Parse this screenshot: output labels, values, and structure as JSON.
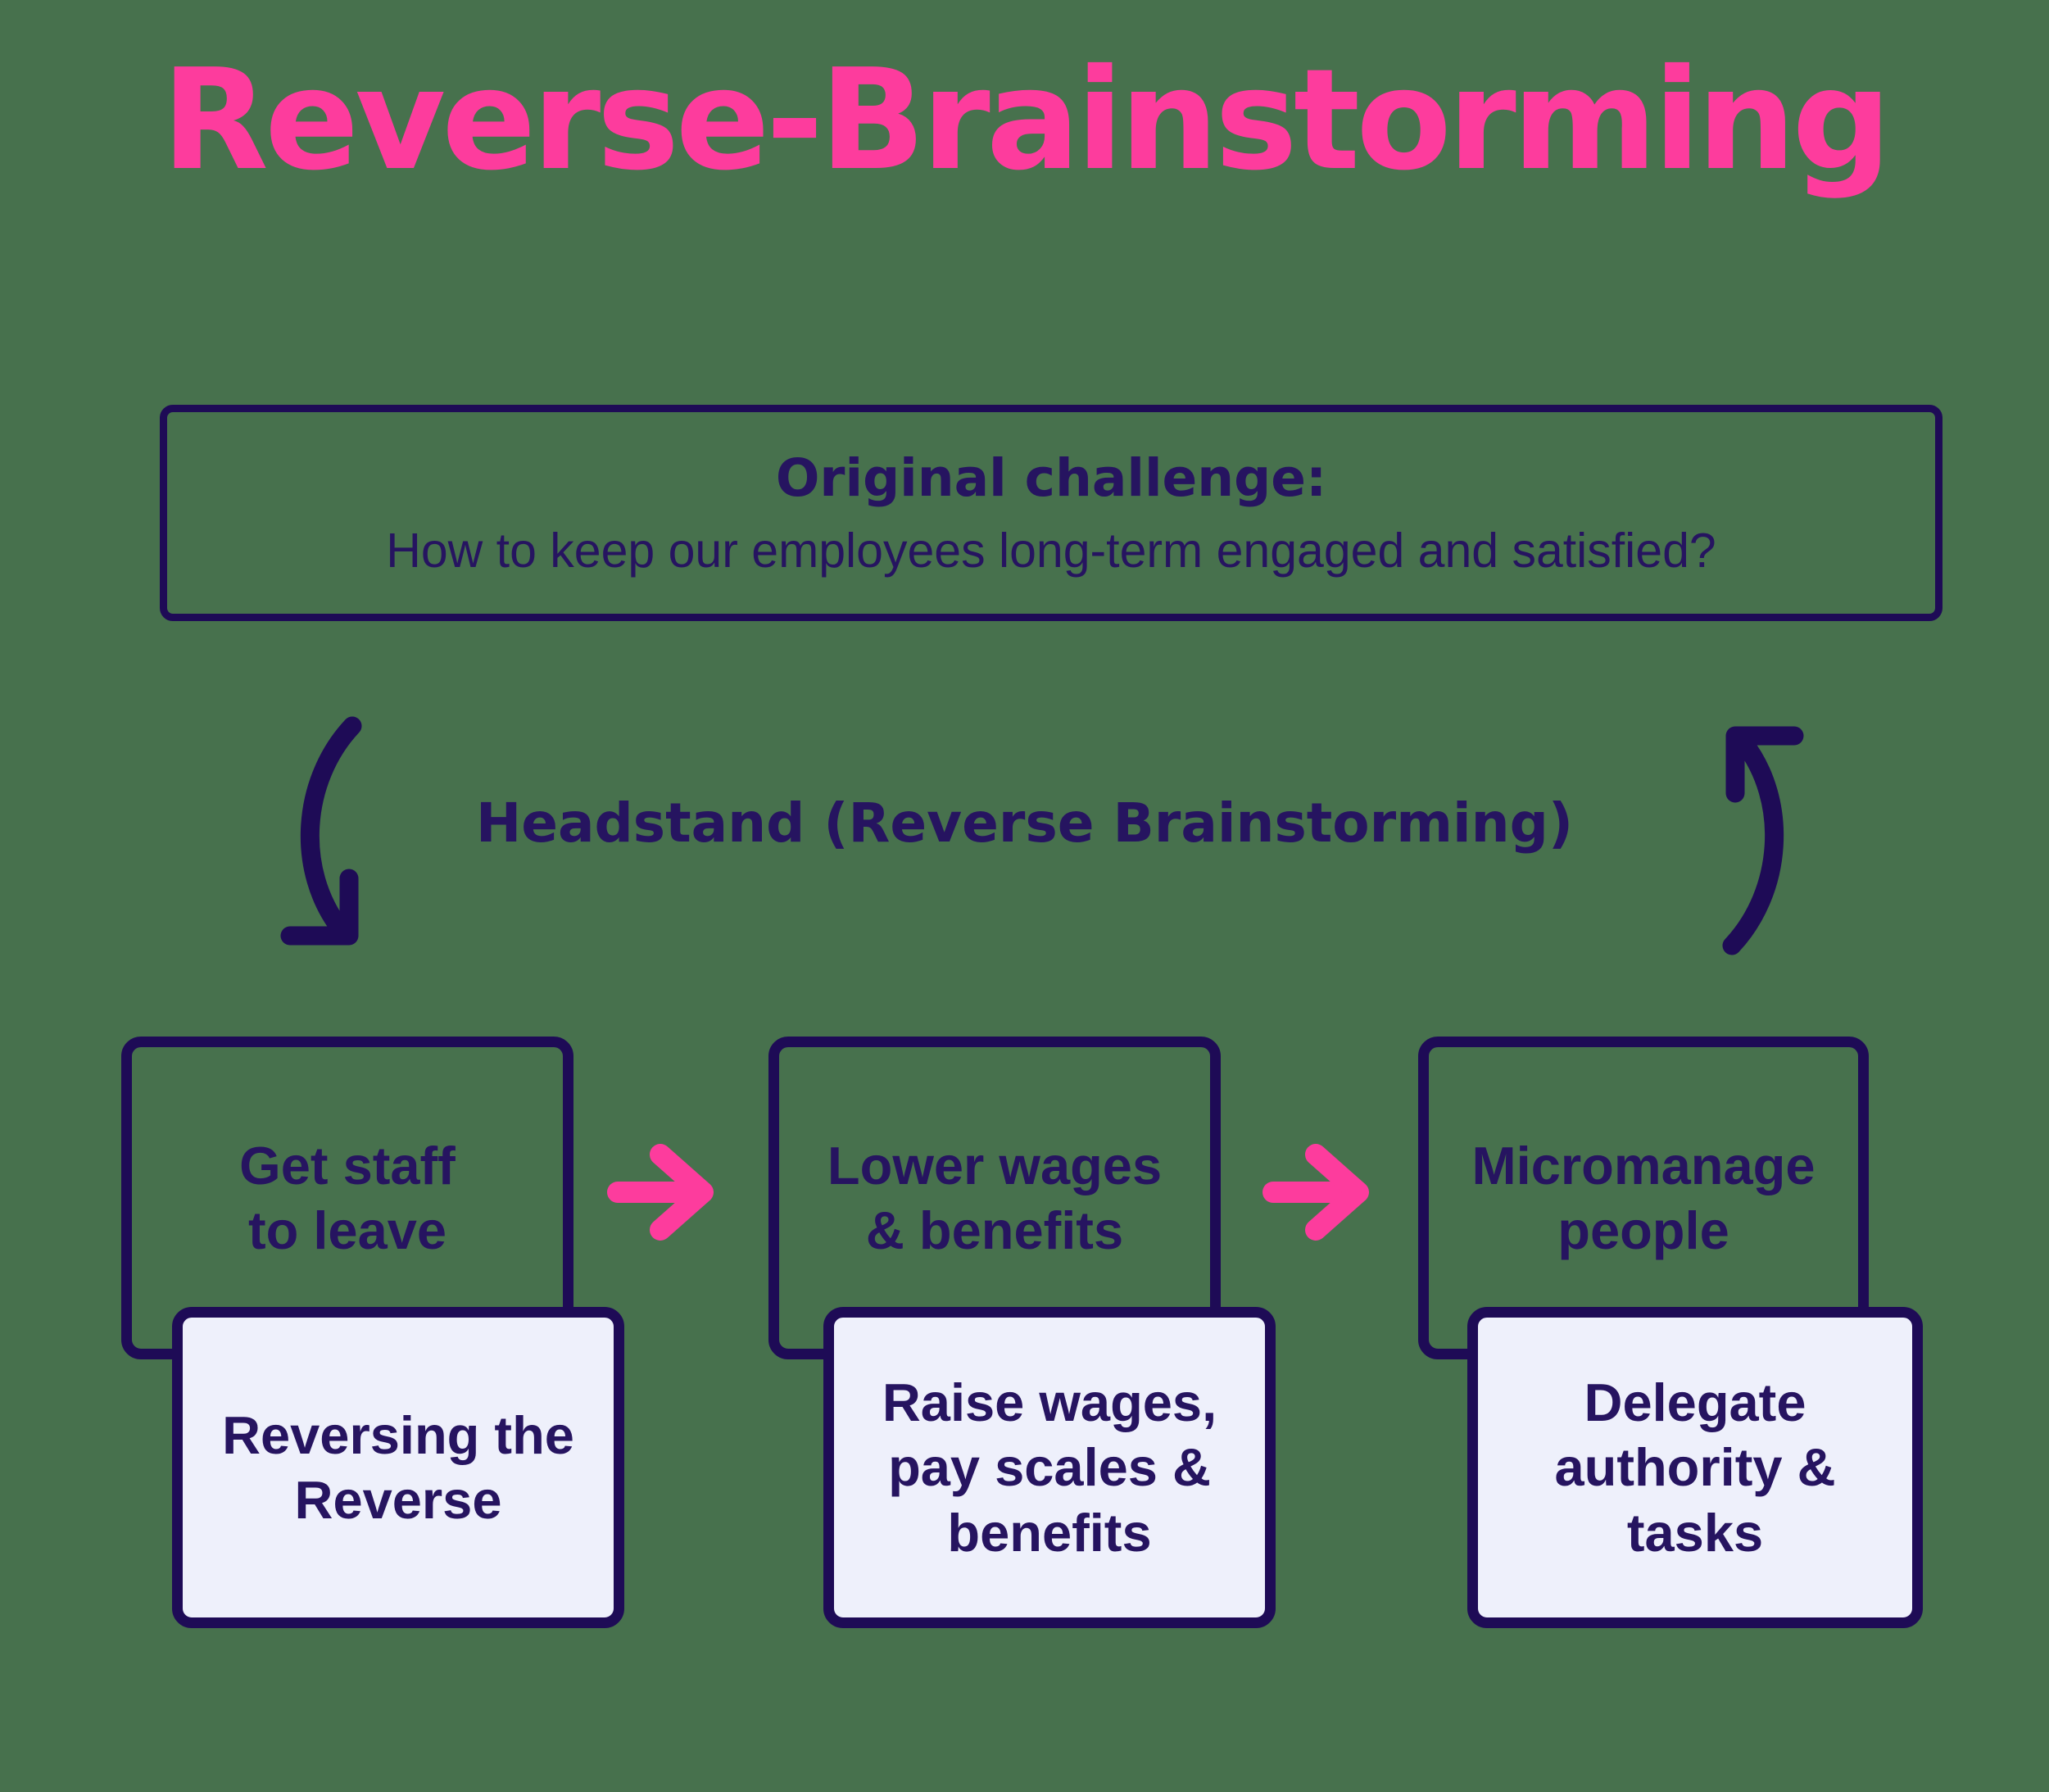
{
  "title": "Reverse-Brainstorming",
  "colors": {
    "bg": "#47714D",
    "navy": "#1E0B56",
    "text": "#261460",
    "pink": "#FD3C9D",
    "lavender": "#EEF0FB"
  },
  "challenge": {
    "heading": "Original challenge:",
    "question": "How to keep our employees long-term engaged and satisfied?"
  },
  "headstand_label": "Headstand (Reverse Brainstorming)",
  "icons": {
    "left_arrow": "curved-arrow-down-icon",
    "right_arrow": "curved-arrow-up-icon",
    "flow_arrow": "arrow-right-icon"
  },
  "columns": [
    {
      "reverse": {
        "lines": [
          "Get staff",
          "to leave"
        ]
      },
      "solution": {
        "lines": [
          "Reversing the",
          "Reverse"
        ]
      }
    },
    {
      "reverse": {
        "lines": [
          "Lower wages",
          "& benefits"
        ]
      },
      "solution": {
        "lines": [
          "Raise wages,",
          "pay scales &",
          "benefits"
        ]
      }
    },
    {
      "reverse": {
        "lines": [
          "Micromanage",
          "people"
        ]
      },
      "solution": {
        "lines": [
          "Delegate",
          "authority &",
          "tasks"
        ]
      }
    }
  ]
}
